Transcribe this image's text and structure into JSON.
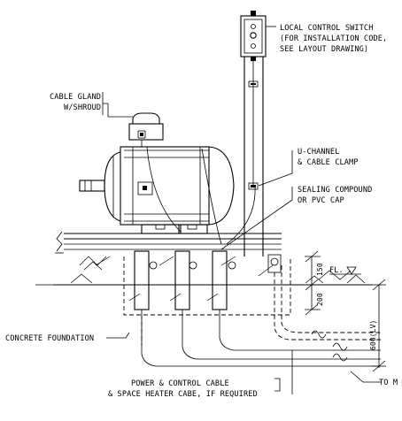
{
  "labels": {
    "local_control_switch": [
      "LOCAL CONTROL SWITCH",
      "(FOR INSTALLATION CODE,",
      "SEE LAYOUT DRAWING)"
    ],
    "cable_gland": [
      "CABLE GLAND",
      "W/SHROUD"
    ],
    "u_channel": [
      "U-CHANNEL",
      "& CABLE CLAMP"
    ],
    "sealing": [
      "SEALING COMPOUND",
      "OR PVC CAP"
    ],
    "floor_level": "FL.",
    "concrete_foundation": "CONCRETE FOUNDATION",
    "power_cable": [
      "POWER & CONTROL CABLE",
      "& SPACE HEATER CABE, IF REQUIRED"
    ],
    "to_m": "TO M"
  },
  "dimensions": {
    "above_floor": "150",
    "below_floor": "200",
    "burial_depth": "600(LV)"
  }
}
